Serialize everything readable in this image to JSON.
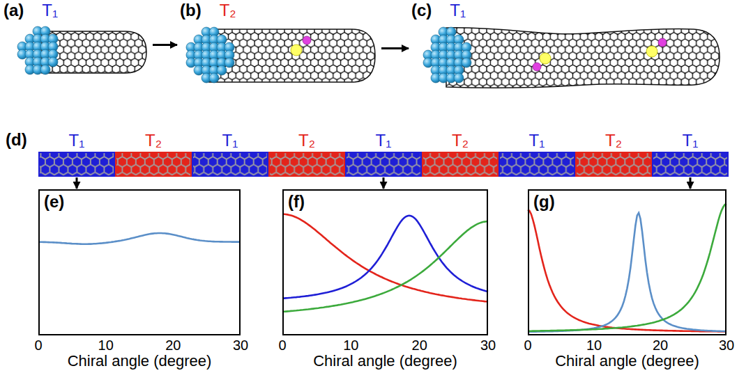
{
  "diagram": {
    "nodes": [
      {
        "text": [
          "(a)",
          "T₁"
        ]
      },
      {
        "text": [
          "(b)",
          "T₂"
        ]
      },
      {
        "text": [
          "(c)",
          "T₁"
        ]
      },
      {
        "text": [
          "T₁"
        ]
      },
      {
        "text": [
          "T₂"
        ]
      },
      {
        "text": [
          "T₁"
        ]
      },
      {
        "text": [
          "T₂"
        ]
      },
      {
        "text": [
          "T₁"
        ]
      },
      {
        "text": [
          "T₂"
        ]
      },
      {
        "text": [
          "T₁"
        ]
      },
      {
        "text": [
          "T₂"
        ]
      },
      {
        "text": [
          "T₁"
        ]
      },
      {
        "text": [
          "(e)"
        ]
      },
      {
        "text": [
          "(f)"
        ]
      },
      {
        "text": [
          "(g)"
        ]
      }
    ],
    "edges": [
      {
        "from": 0,
        "to": 1,
        "arrow": "to"
      },
      {
        "from": 1,
        "to": 2,
        "arrow": "to"
      },
      {
        "from": 3,
        "to": 12,
        "arrow": "to"
      },
      {
        "from": 7,
        "to": 13,
        "arrow": "to"
      },
      {
        "from": 11,
        "to": 14,
        "arrow": "to"
      }
    ],
    "labels": [
      "(d)",
      "0",
      "10",
      "20",
      "30",
      "Chiral angle (degree)",
      "0",
      "10",
      "20",
      "30",
      "Chiral angle (degree)",
      "0",
      "10",
      "20",
      "30",
      "Chiral angle (degree)"
    ]
  }
}
